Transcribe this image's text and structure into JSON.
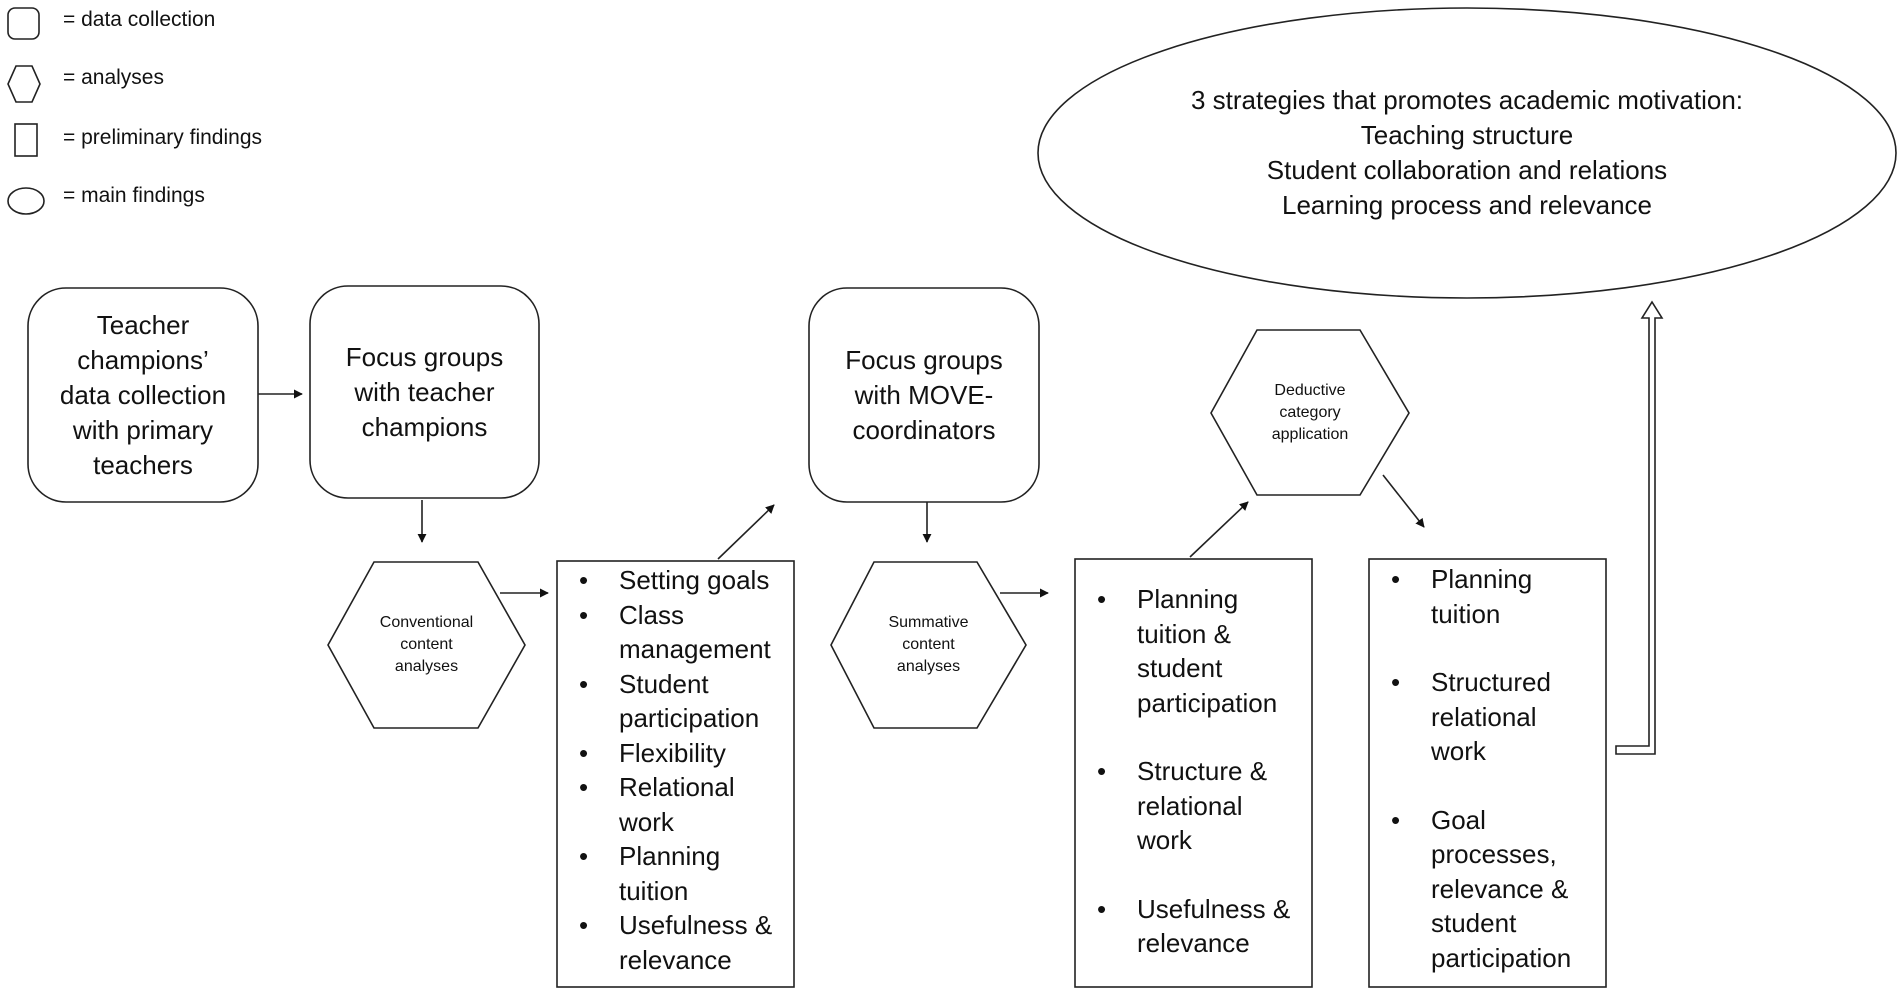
{
  "legend": [
    {
      "shape": "rounded-rect",
      "label": "= data collection"
    },
    {
      "shape": "hexagon",
      "label": "= analyses"
    },
    {
      "shape": "rectangle",
      "label": "= preliminary findings"
    },
    {
      "shape": "ellipse",
      "label": "= main findings"
    }
  ],
  "main_findings": {
    "lines": [
      "3 strategies that promotes academic motivation:",
      "Teaching structure",
      "Student collaboration and relations",
      "Learning process and relevance"
    ]
  },
  "data_collection": [
    {
      "lines": [
        "Teacher",
        "champions’",
        "data collection",
        "with primary",
        "teachers"
      ]
    },
    {
      "lines": [
        "Focus groups",
        "with teacher",
        "champions"
      ]
    },
    {
      "lines": [
        "Focus groups",
        "with MOVE-",
        "coordinators"
      ]
    }
  ],
  "analyses": [
    {
      "lines": [
        "Conventional",
        "content",
        "analyses"
      ]
    },
    {
      "lines": [
        "Summative",
        "content",
        "analyses"
      ]
    },
    {
      "lines": [
        "Deductive",
        "category",
        "application"
      ]
    }
  ],
  "preliminary_findings": [
    {
      "items": [
        [
          "Setting goals"
        ],
        [
          "Class",
          "management"
        ],
        [
          "Student",
          "participation"
        ],
        [
          "Flexibility"
        ],
        [
          "Relational",
          "work"
        ],
        [
          "Planning",
          "tuition"
        ],
        [
          "Usefulness &",
          "relevance"
        ]
      ]
    },
    {
      "items": [
        [
          "Planning",
          "tuition &",
          "student",
          "participation"
        ],
        [
          "Structure &",
          "relational",
          "work"
        ],
        [
          "Usefulness &",
          "relevance"
        ]
      ]
    },
    {
      "items": [
        [
          "Planning",
          "tuition"
        ],
        [
          "Structured",
          "relational",
          "work"
        ],
        [
          "Goal",
          "processes,",
          "relevance &",
          "student",
          "participation"
        ]
      ]
    }
  ],
  "colors": {
    "stroke": "#222222",
    "background": "#ffffff",
    "text": "#111111"
  }
}
